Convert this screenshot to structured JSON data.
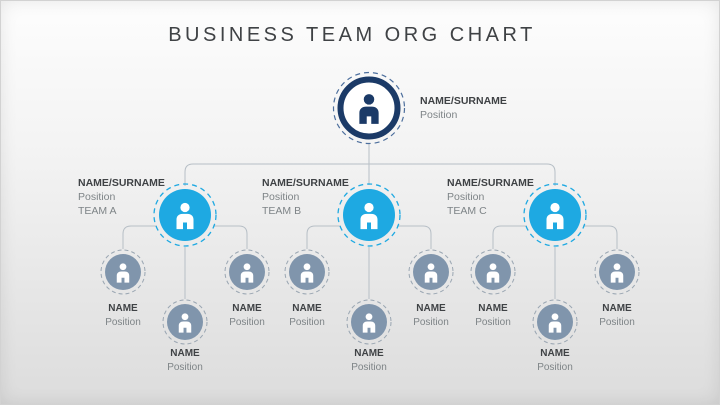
{
  "title": "BUSINESS TEAM ORG CHART",
  "colors": {
    "root_accent": "#1b3a67",
    "root_dash": "#4d6f9d",
    "lead_accent": "#1ea9e2",
    "member_accent": "#8095ac",
    "member_dash": "#9aa6b2",
    "connector": "#b7bfc6",
    "text_dark": "#3f4245",
    "text_muted": "#7e8487"
  },
  "root": {
    "name": "NAME/SURNAME",
    "position": "Position"
  },
  "teams": [
    {
      "name": "NAME/SURNAME",
      "position": "Position",
      "team": "TEAM A",
      "members": [
        {
          "name": "NAME",
          "position": "Position"
        },
        {
          "name": "NAME",
          "position": "Position"
        },
        {
          "name": "NAME",
          "position": "Position"
        }
      ]
    },
    {
      "name": "NAME/SURNAME",
      "position": "Position",
      "team": "TEAM B",
      "members": [
        {
          "name": "NAME",
          "position": "Position"
        },
        {
          "name": "NAME",
          "position": "Position"
        },
        {
          "name": "NAME",
          "position": "Position"
        }
      ]
    },
    {
      "name": "NAME/SURNAME",
      "position": "Position",
      "team": "TEAM C",
      "members": [
        {
          "name": "NAME",
          "position": "Position"
        },
        {
          "name": "NAME",
          "position": "Position"
        },
        {
          "name": "NAME",
          "position": "Position"
        }
      ]
    }
  ]
}
